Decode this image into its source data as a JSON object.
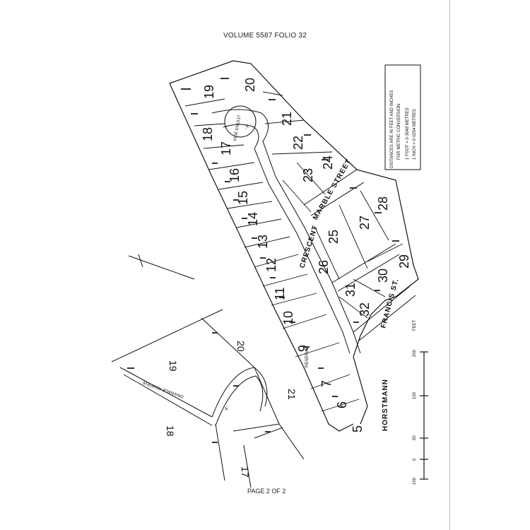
{
  "header": {
    "title": "VOLUME 5587   FOLIO 32"
  },
  "footer": {
    "page": "PAGE 2 OF 2"
  },
  "legend": {
    "line1": "DISTANCES ARE IN FEET AND INCHES",
    "line2": "FOR METRIC CONVERSION",
    "line3": "1 FOOT  =  0·3048 METRES",
    "line4": "1 INCH  =  0·0254 METRES"
  },
  "scale": {
    "unit": "FEET",
    "ticks": [
      "200",
      "100",
      "50",
      "0",
      "100"
    ]
  },
  "roads": {
    "crescent": "CRESCENT",
    "marble": "MARBLE STREET",
    "horstmann": "HORSTMANN",
    "francis": "FRANCIS ST.",
    "reserve": "RESERVE",
    "drainage": "DRAINAGE RESERVE",
    "vide": "VIDE EN1517"
  },
  "lots_main": [
    "20",
    "19",
    "18",
    "17",
    "16",
    "15",
    "14",
    "13",
    "12",
    "11",
    "10",
    "21",
    "22",
    "23",
    "24",
    "25",
    "26",
    "27",
    "28",
    "29",
    "30",
    "31",
    "32",
    "9",
    "7",
    "6",
    "5"
  ],
  "inset": {
    "lots": [
      "19",
      "20",
      "18",
      "17",
      "21"
    ],
    "a_label": "‘A’"
  },
  "main_a_label": "‘A’"
}
